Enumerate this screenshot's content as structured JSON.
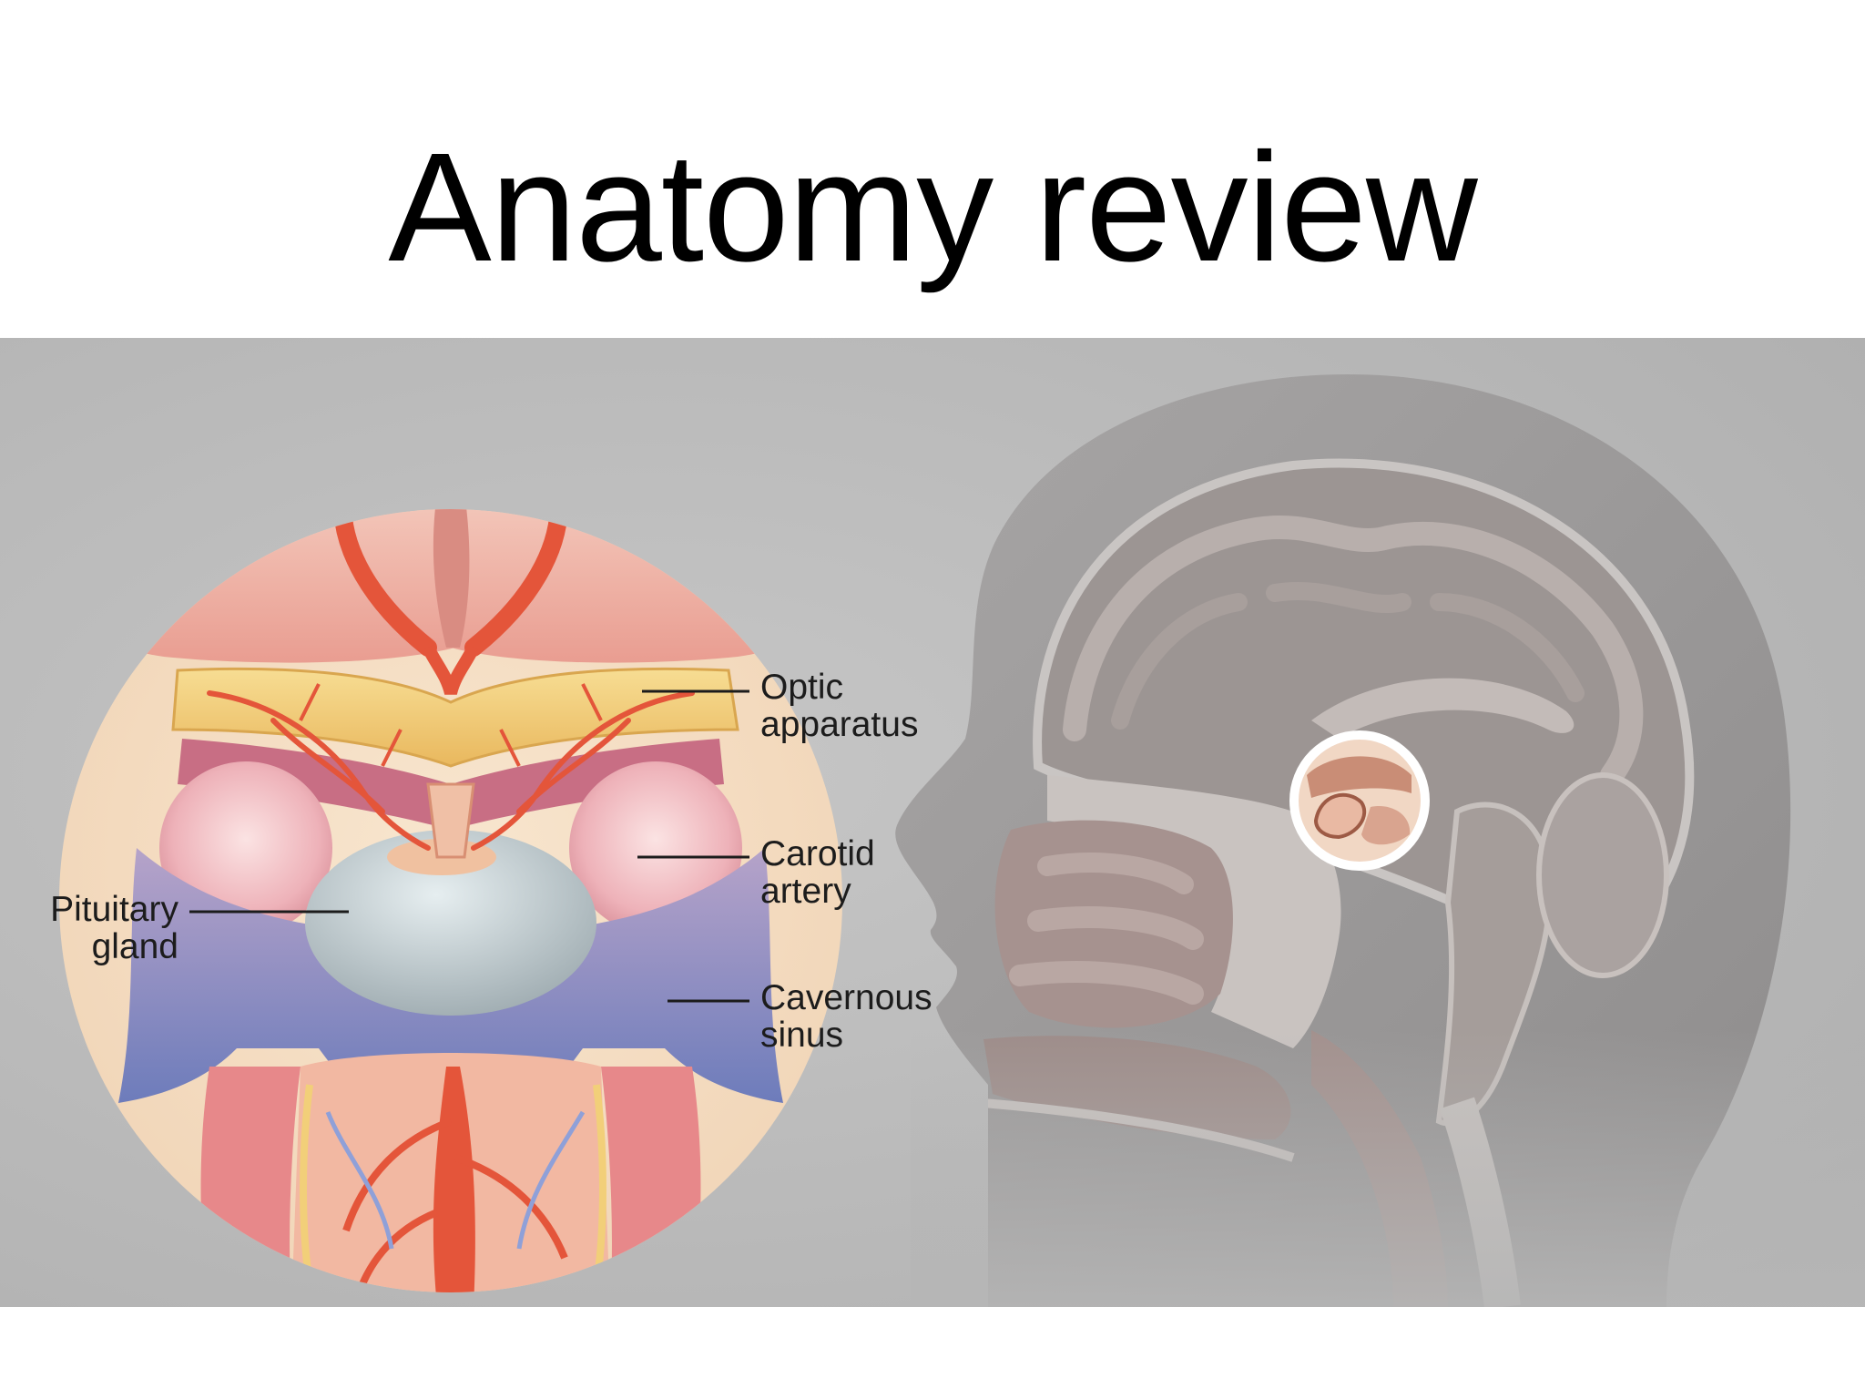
{
  "slide": {
    "title": "Anatomy review"
  },
  "labels": {
    "optic": {
      "line1": "Optic",
      "line2": "apparatus"
    },
    "carotid": {
      "line1": "Carotid",
      "line2": "artery"
    },
    "pituitary": {
      "line1": "Pituitary",
      "line2": "gland"
    },
    "cavernous": {
      "line1": "Cavernous",
      "line2": "sinus"
    }
  },
  "colors": {
    "background_panel": "#b6b6b6",
    "title_text": "#000000",
    "artery": "#e4553a",
    "optic_nerve": "#f2cf79",
    "sinus": "#7d86bf",
    "gland": "#b9c3c6",
    "head_skin": "#9d9b9b"
  }
}
